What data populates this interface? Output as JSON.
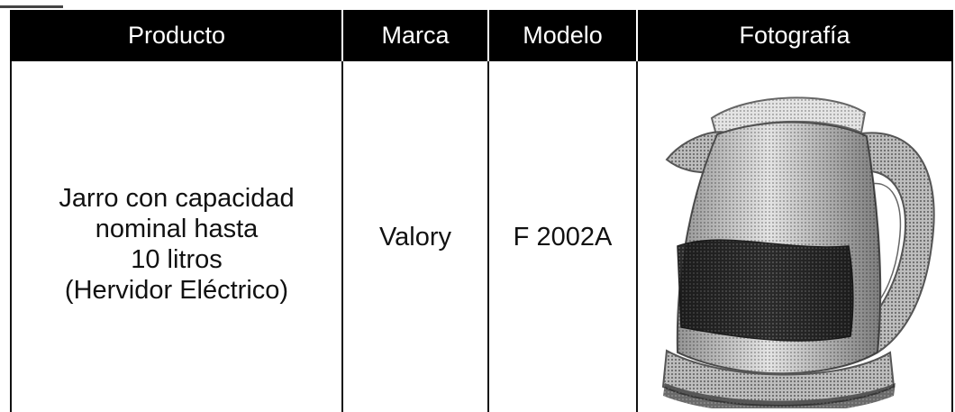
{
  "table": {
    "headers": {
      "producto": "Producto",
      "marca": "Marca",
      "modelo": "Modelo",
      "fotografia": "Fotografía"
    },
    "rows": [
      {
        "producto_lines": [
          "Jarro con capacidad",
          "nominal hasta",
          "10 litros",
          "(Hervidor Eléctrico)"
        ],
        "marca": "Valory",
        "modelo": "F 2002A"
      }
    ]
  },
  "colors": {
    "header_bg": "#000000",
    "header_text": "#ffffff",
    "body_text": "#111111"
  },
  "icons": {
    "photo": "electric-kettle-photo"
  }
}
